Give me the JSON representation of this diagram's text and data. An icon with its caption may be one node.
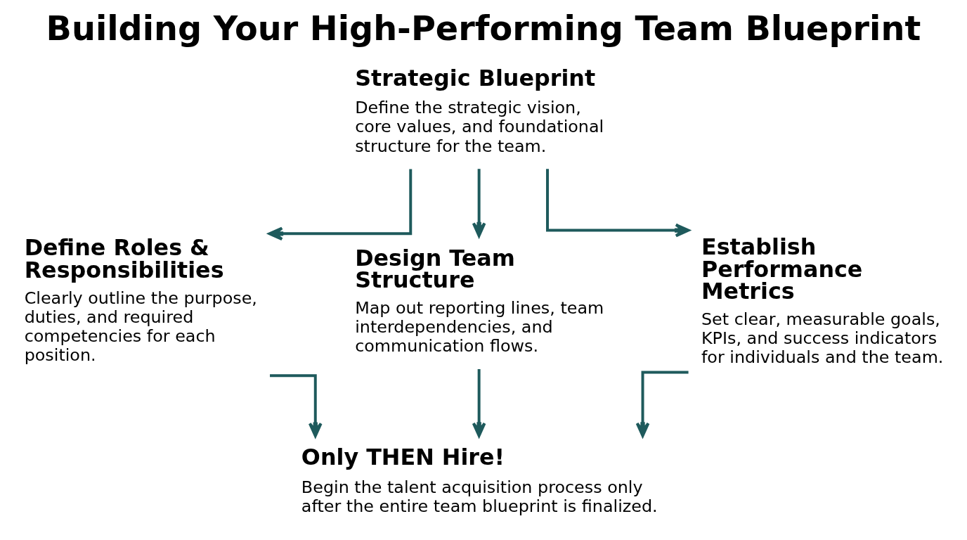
{
  "diagram": {
    "title": "Building Your High-Performing Team Blueprint",
    "nodes": [
      {
        "text": [
          "Strategic Blueprint",
          "Define the strategic vision, core values, and foundational structure for the team."
        ]
      },
      {
        "text": [
          "Define Roles & Responsibilities",
          "Clearly outline the purpose, duties, and required competencies for each position."
        ]
      },
      {
        "text": [
          "Design Team Structure",
          "Map out reporting lines, team interdependencies, and communication flows."
        ]
      },
      {
        "text": [
          "Establish Performance Metrics",
          "Set clear, measurable goals, KPIs, and success indicators for individuals and the team."
        ]
      },
      {
        "text": [
          "Only THEN Hire!",
          "Begin the talent acquisition process only after the entire team blueprint is finalized."
        ]
      }
    ],
    "edges": [
      {
        "from": 0,
        "to": 1,
        "arrow": "to"
      },
      {
        "from": 0,
        "to": 2,
        "arrow": "to"
      },
      {
        "from": 0,
        "to": 3,
        "arrow": "to"
      },
      {
        "from": 1,
        "to": 4,
        "arrow": "to"
      },
      {
        "from": 2,
        "to": 4,
        "arrow": "to"
      },
      {
        "from": 3,
        "to": 4,
        "arrow": "to"
      }
    ]
  }
}
